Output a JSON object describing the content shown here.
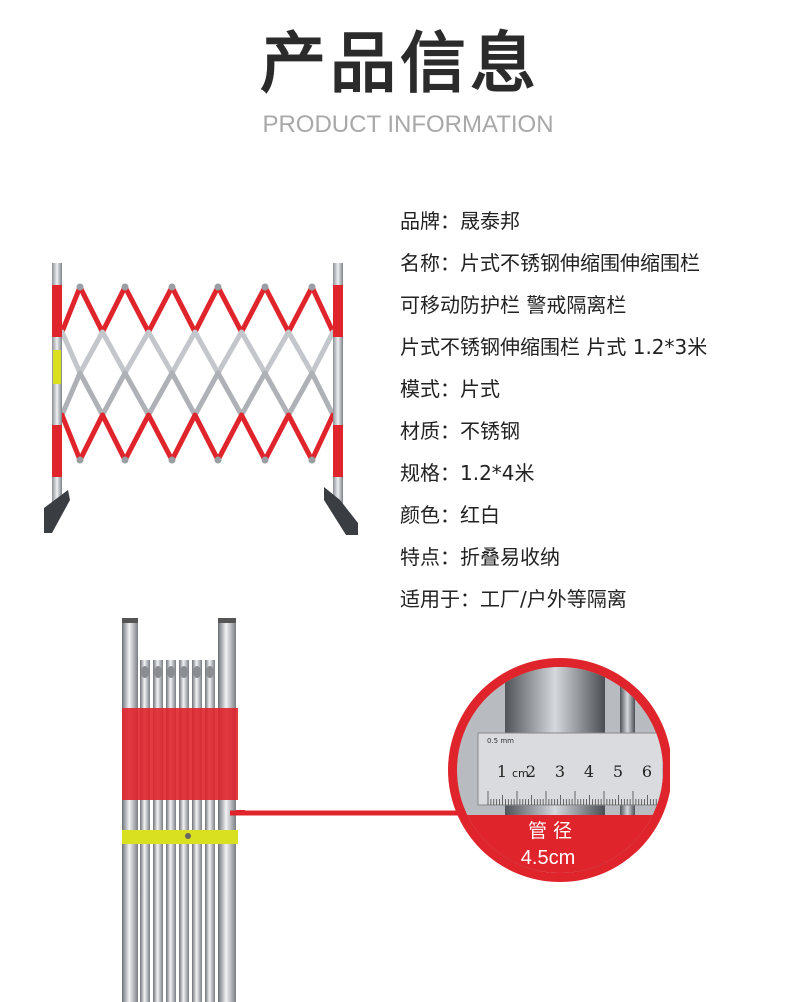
{
  "header": {
    "title": "产品信息",
    "subtitle": "PRODUCT INFORMATION"
  },
  "specs": [
    "品牌：晟泰邦",
    "名称：片式不锈钢伸缩围伸缩围栏",
    "可移动防护栏 警戒隔离栏",
    "片式不锈钢伸缩围栏 片式 1.2*3米",
    "模式：片式",
    "材质：不锈钢",
    "规格：1.2*4米",
    "颜色：红白",
    "特点：折叠易收纳",
    "适用于：工厂/户外等隔离"
  ],
  "detail": {
    "ruler_unit": "cm",
    "ruler_ticks": [
      "1",
      "2",
      "3",
      "4",
      "5",
      "6"
    ],
    "label": "管 径",
    "value": "4.5cm"
  },
  "colors": {
    "fence_red": "#e0242c",
    "steel": "#c9ccd0",
    "label_yellow": "#d8e020"
  }
}
